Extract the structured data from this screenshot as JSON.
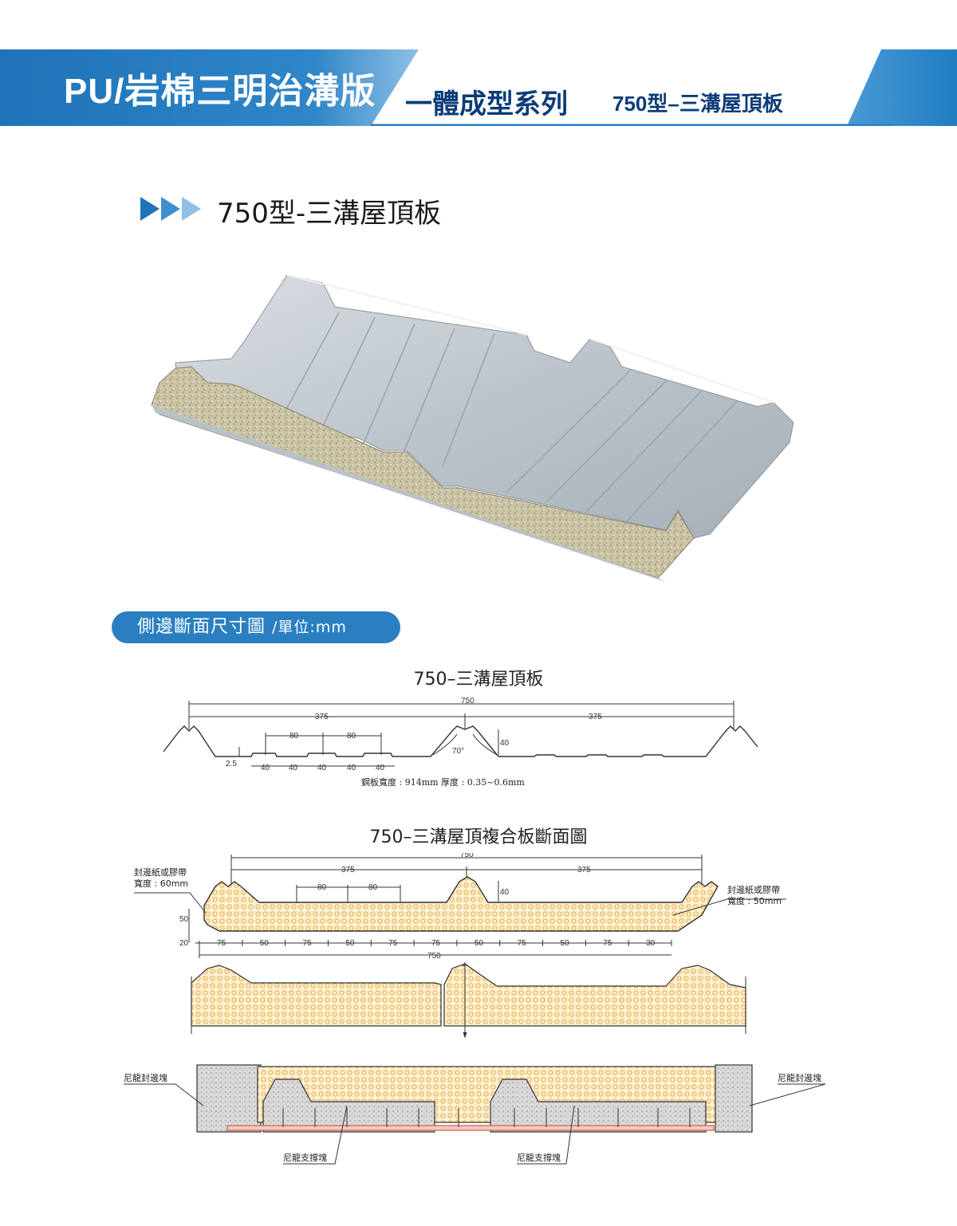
{
  "header": {
    "left_title": "PU/岩棉三明治溝版",
    "right_title": "一體成型系列",
    "right_subtitle": "750型–三溝屋頂板",
    "colors": {
      "blue": "#1f7dc2",
      "light_blue": "#8cc0e6",
      "navy": "#0b3c78"
    }
  },
  "product": {
    "heading": "750型-三溝屋頂板",
    "arrow_icon": "triple-triangle-arrow-icon"
  },
  "section_label": {
    "text": "側邊斷面尺寸圖",
    "unit": "/單位:mm"
  },
  "profile_drawing": {
    "title": "750–三溝屋頂板",
    "dims": {
      "total": "750",
      "half_left": "375",
      "half_right": "375",
      "rib1": "80",
      "rib2": "80",
      "height": "40",
      "angle": "70°",
      "lip": "2.5",
      "seg": [
        "40",
        "40",
        "40",
        "40",
        "40"
      ]
    },
    "note": "鋼板寬度 : 914mm  厚度 : 0.35~0.6mm"
  },
  "composite_drawing": {
    "title": "750–三溝屋頂複合板斷面圖",
    "dims": {
      "total": "750",
      "half_left": "375",
      "half_right": "375",
      "rib1": "80",
      "rib2": "80",
      "height": "40",
      "side": "50",
      "bottom_left": "20",
      "bottom_segs": [
        "75",
        "50",
        "75",
        "50",
        "75",
        "75",
        "50",
        "75",
        "50",
        "75",
        "30"
      ],
      "bottom_total": "750"
    },
    "callout_left": {
      "line1": "封邊紙或膠帶",
      "line2": "寬度 :  60mm"
    },
    "callout_right": {
      "line1": "封邊紙或膠帶",
      "line2": "寬度 :  50mm"
    },
    "edge_block_left": "尼龍封邊塊",
    "edge_block_right": "尼龍封邊塊",
    "support_left": "尼龍支撐塊",
    "support_right": "尼龍支撐塊"
  }
}
